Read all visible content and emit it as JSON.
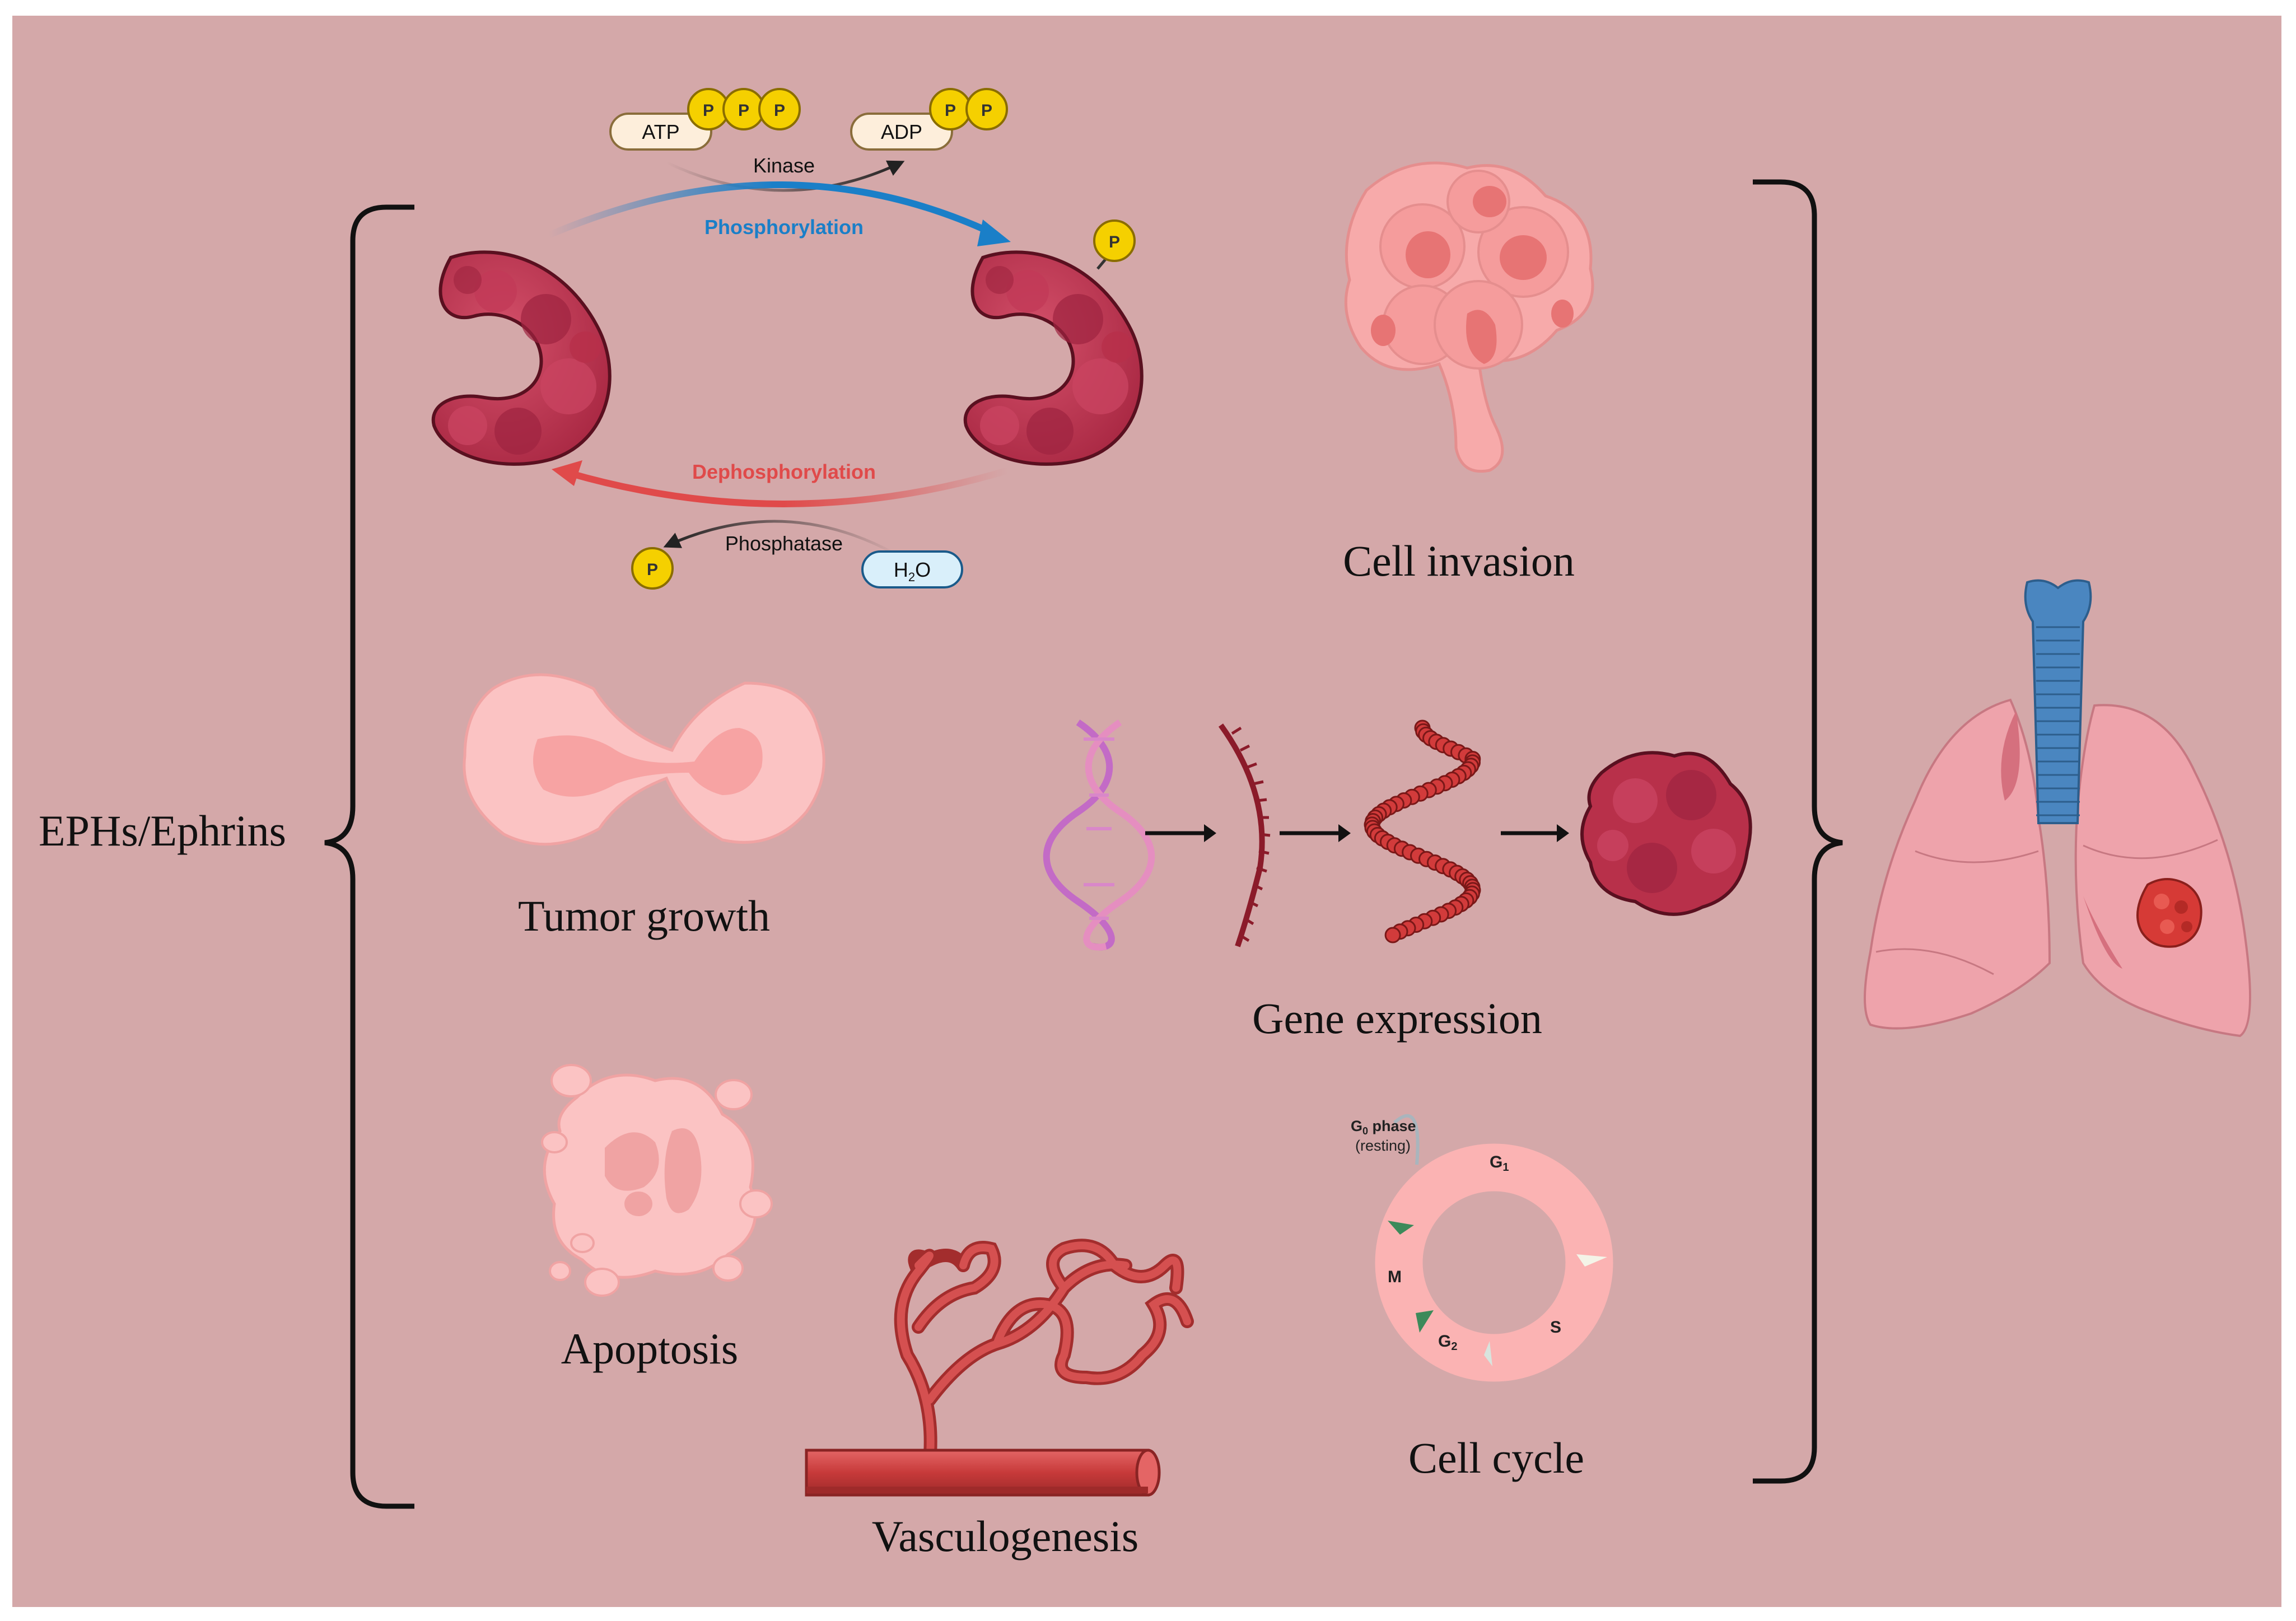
{
  "labels": {
    "main": "EPHs/Ephrins",
    "cell_invasion": "Cell invasion",
    "tumor_growth": "Tumor growth",
    "gene_expression": "Gene expression",
    "apoptosis": "Apoptosis",
    "vasculogenesis": "Vasculogenesis",
    "cell_cycle": "Cell cycle"
  },
  "phospho": {
    "atp": "ATP",
    "adp": "ADP",
    "kinase": "Kinase",
    "phosphorylation": "Phosphorylation",
    "dephosphorylation": "Dephosphorylation",
    "phosphatase": "Phosphatase",
    "h2o_base": "H",
    "h2o_sub": "2",
    "h2o_tail": "O",
    "p": "P"
  },
  "cycle": {
    "g0_main": "G",
    "g0_sub": "0",
    "g0_tail": " phase",
    "g0_note": "(resting)",
    "g1_main": "G",
    "g1_sub": "1",
    "s": "S",
    "g2_main": "G",
    "g2_sub": "2",
    "m": "M"
  },
  "colors": {
    "background": "#d4a8a9",
    "border": "#ffffff",
    "protein": "#b8304a",
    "phosphate": "#f5d000",
    "phosphorylation_arrow": "#1a7fc8",
    "dephosphorylation_arrow": "#e04a4a",
    "cell_fill": "#f9bcbc",
    "vessel": "#c73a3a",
    "lung": "#eea3ab",
    "trachea": "#4a86c0"
  }
}
